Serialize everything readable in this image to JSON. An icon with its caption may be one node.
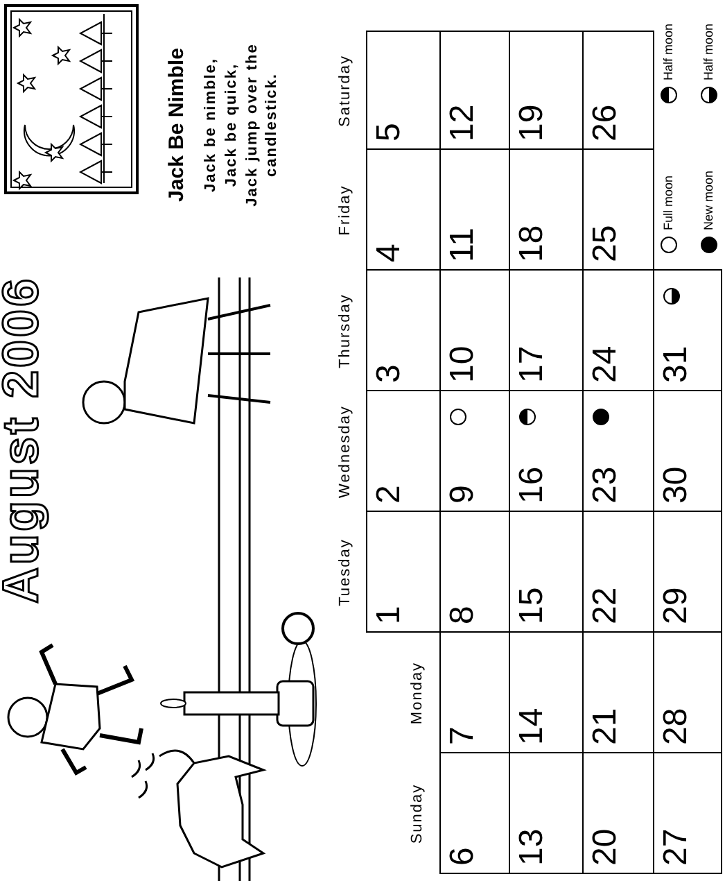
{
  "diagram": {
    "title": "August 2006",
    "labels": [
      "Jack Be Nimble",
      "Jack be nimble,",
      "Jack be quick,",
      "Jack jump over the candlestick.",
      "Sunday",
      "Monday",
      "Tuesday",
      "Wednesday",
      "Thursday",
      "Friday",
      "Saturday",
      "1",
      "2",
      "3",
      "4",
      "5",
      "6",
      "7",
      "8",
      "9",
      "10",
      "11",
      "12",
      "13",
      "14",
      "15",
      "16",
      "17",
      "18",
      "19",
      "20",
      "21",
      "22",
      "23",
      "24",
      "25",
      "26",
      "27",
      "28",
      "29",
      "30",
      "31"
    ],
    "legend": [
      {
        "text": "Full moon"
      },
      {
        "text": "Half moon"
      },
      {
        "text": "New moon"
      },
      {
        "text": "Half moon"
      }
    ]
  }
}
